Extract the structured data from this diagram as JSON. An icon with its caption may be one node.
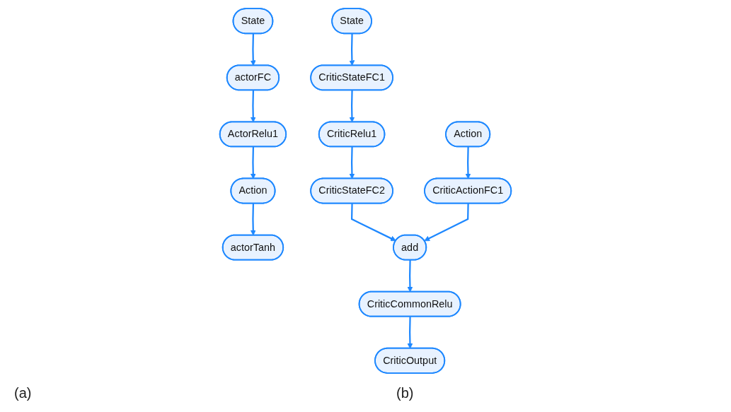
{
  "diagram": {
    "nodes": [
      {
        "text": [
          "State"
        ]
      },
      {
        "text": [
          "actorFC"
        ]
      },
      {
        "text": [
          "ActorRelu1"
        ]
      },
      {
        "text": [
          "Action"
        ]
      },
      {
        "text": [
          "actorTanh"
        ]
      },
      {
        "text": [
          "State"
        ]
      },
      {
        "text": [
          "CriticStateFC1"
        ]
      },
      {
        "text": [
          "CriticRelu1"
        ]
      },
      {
        "text": [
          "CriticStateFC2"
        ]
      },
      {
        "text": [
          "Action"
        ]
      },
      {
        "text": [
          "CriticActionFC1"
        ]
      },
      {
        "text": [
          "add"
        ]
      },
      {
        "text": [
          "CriticCommonRelu"
        ]
      },
      {
        "text": [
          "CriticOutput"
        ]
      }
    ],
    "edges": [
      {
        "from": 0,
        "to": 1,
        "arrow": "to"
      },
      {
        "from": 1,
        "to": 2,
        "arrow": "to"
      },
      {
        "from": 2,
        "to": 3,
        "arrow": "to"
      },
      {
        "from": 3,
        "to": 4,
        "arrow": "to"
      },
      {
        "from": 5,
        "to": 6,
        "arrow": "to"
      },
      {
        "from": 6,
        "to": 7,
        "arrow": "to"
      },
      {
        "from": 7,
        "to": 8,
        "arrow": "to"
      },
      {
        "from": 8,
        "to": 11,
        "arrow": "to"
      },
      {
        "from": 9,
        "to": 10,
        "arrow": "to"
      },
      {
        "from": 10,
        "to": 11,
        "arrow": "to"
      },
      {
        "from": 11,
        "to": 12,
        "arrow": "to"
      },
      {
        "from": 12,
        "to": 13,
        "arrow": "to"
      }
    ],
    "labels": [
      "(a)",
      "(b)"
    ]
  }
}
